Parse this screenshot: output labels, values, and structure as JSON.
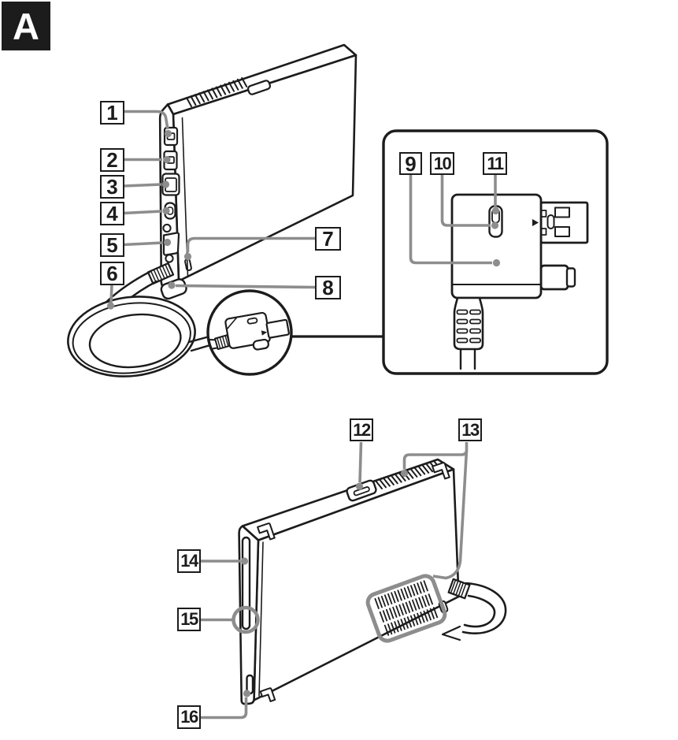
{
  "page": {
    "figure_label": "A"
  },
  "colors": {
    "ink": "#1c1c1c",
    "leader": "#8d8d8d",
    "paper": "#ffffff"
  },
  "callouts": [
    {
      "num": "1"
    },
    {
      "num": "2"
    },
    {
      "num": "3"
    },
    {
      "num": "4"
    },
    {
      "num": "5"
    },
    {
      "num": "6"
    },
    {
      "num": "7"
    },
    {
      "num": "8"
    },
    {
      "num": "9"
    },
    {
      "num": "10"
    },
    {
      "num": "11"
    },
    {
      "num": "12"
    },
    {
      "num": "13"
    },
    {
      "num": "14"
    },
    {
      "num": "15"
    },
    {
      "num": "16"
    }
  ]
}
